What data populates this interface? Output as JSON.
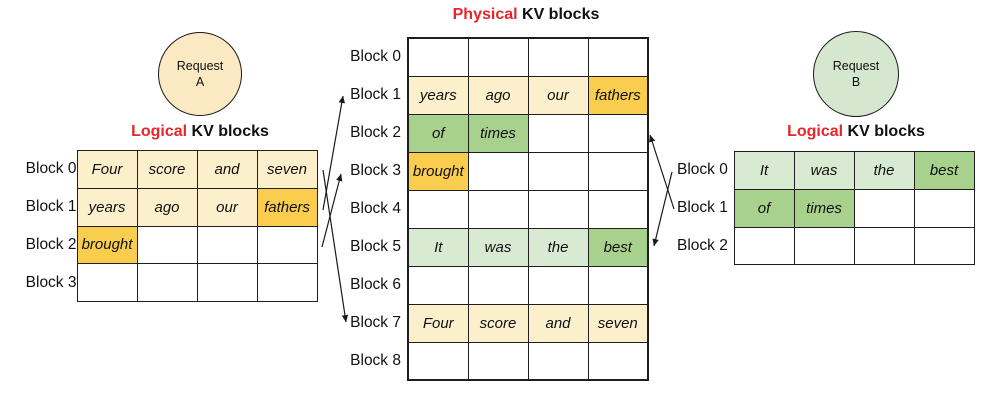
{
  "colors": {
    "cream": "#FCF0CC",
    "gold": "#FACD4E",
    "light_green": "#D9EAD3",
    "green": "#A9D18E",
    "circle_a_fill": "#FBE9C3",
    "circle_b_fill": "#D6E7D0",
    "title_red": "#E5262B",
    "line": "#1A1A1A"
  },
  "request_a": {
    "line1": "Request",
    "line2": "A"
  },
  "request_b": {
    "line1": "Request",
    "line2": "B"
  },
  "logical_a": {
    "title_highlight": "Logical",
    "title_rest": " KV blocks",
    "row_labels": [
      "Block 0",
      "Block 1",
      "Block 2",
      "Block 3"
    ],
    "rows": [
      [
        {
          "text": "Four",
          "fill": "cream"
        },
        {
          "text": "score",
          "fill": "cream"
        },
        {
          "text": "and",
          "fill": "cream"
        },
        {
          "text": "seven",
          "fill": "cream"
        }
      ],
      [
        {
          "text": "years",
          "fill": "cream"
        },
        {
          "text": "ago",
          "fill": "cream"
        },
        {
          "text": "our",
          "fill": "cream"
        },
        {
          "text": "fathers",
          "fill": "gold"
        }
      ],
      [
        {
          "text": "brought",
          "fill": "gold"
        },
        {
          "text": "",
          "fill": "white"
        },
        {
          "text": "",
          "fill": "white"
        },
        {
          "text": "",
          "fill": "white"
        }
      ],
      [
        {
          "text": "",
          "fill": "white"
        },
        {
          "text": "",
          "fill": "white"
        },
        {
          "text": "",
          "fill": "white"
        },
        {
          "text": "",
          "fill": "white"
        }
      ]
    ]
  },
  "physical": {
    "title_highlight": "Physical",
    "title_rest": " KV blocks",
    "row_labels": [
      "Block 0",
      "Block 1",
      "Block 2",
      "Block 3",
      "Block 4",
      "Block 5",
      "Block 6",
      "Block 7",
      "Block 8"
    ],
    "rows": [
      [
        {
          "text": "",
          "fill": "white"
        },
        {
          "text": "",
          "fill": "white"
        },
        {
          "text": "",
          "fill": "white"
        },
        {
          "text": "",
          "fill": "white"
        }
      ],
      [
        {
          "text": "years",
          "fill": "cream"
        },
        {
          "text": "ago",
          "fill": "cream"
        },
        {
          "text": "our",
          "fill": "cream"
        },
        {
          "text": "fathers",
          "fill": "gold"
        }
      ],
      [
        {
          "text": "of",
          "fill": "green"
        },
        {
          "text": "times",
          "fill": "green"
        },
        {
          "text": "",
          "fill": "white"
        },
        {
          "text": "",
          "fill": "white"
        }
      ],
      [
        {
          "text": "brought",
          "fill": "gold"
        },
        {
          "text": "",
          "fill": "white"
        },
        {
          "text": "",
          "fill": "white"
        },
        {
          "text": "",
          "fill": "white"
        }
      ],
      [
        {
          "text": "",
          "fill": "white"
        },
        {
          "text": "",
          "fill": "white"
        },
        {
          "text": "",
          "fill": "white"
        },
        {
          "text": "",
          "fill": "white"
        }
      ],
      [
        {
          "text": "It",
          "fill": "light_green"
        },
        {
          "text": "was",
          "fill": "light_green"
        },
        {
          "text": "the",
          "fill": "light_green"
        },
        {
          "text": "best",
          "fill": "green"
        }
      ],
      [
        {
          "text": "",
          "fill": "white"
        },
        {
          "text": "",
          "fill": "white"
        },
        {
          "text": "",
          "fill": "white"
        },
        {
          "text": "",
          "fill": "white"
        }
      ],
      [
        {
          "text": "Four",
          "fill": "cream"
        },
        {
          "text": "score",
          "fill": "cream"
        },
        {
          "text": "and",
          "fill": "cream"
        },
        {
          "text": "seven",
          "fill": "cream"
        }
      ],
      [
        {
          "text": "",
          "fill": "white"
        },
        {
          "text": "",
          "fill": "white"
        },
        {
          "text": "",
          "fill": "white"
        },
        {
          "text": "",
          "fill": "white"
        }
      ]
    ]
  },
  "logical_b": {
    "title_highlight": "Logical",
    "title_rest": " KV blocks",
    "row_labels": [
      "Block 0",
      "Block 1",
      "Block 2"
    ],
    "rows": [
      [
        {
          "text": "It",
          "fill": "light_green"
        },
        {
          "text": "was",
          "fill": "light_green"
        },
        {
          "text": "the",
          "fill": "light_green"
        },
        {
          "text": "best",
          "fill": "green"
        }
      ],
      [
        {
          "text": "of",
          "fill": "green"
        },
        {
          "text": "times",
          "fill": "green"
        },
        {
          "text": "",
          "fill": "white"
        },
        {
          "text": "",
          "fill": "white"
        }
      ],
      [
        {
          "text": "",
          "fill": "white"
        },
        {
          "text": "",
          "fill": "white"
        },
        {
          "text": "",
          "fill": "white"
        },
        {
          "text": "",
          "fill": "white"
        }
      ]
    ]
  },
  "mappings": [
    {
      "name": "request-a-block0-to-physical-block7",
      "from": "Request A logical Block 0",
      "to": "Physical Block 7"
    },
    {
      "name": "request-a-block1-to-physical-block1",
      "from": "Request A logical Block 1",
      "to": "Physical Block 1"
    },
    {
      "name": "request-a-block2-to-physical-block3",
      "from": "Request A logical Block 2",
      "to": "Physical Block 3"
    },
    {
      "name": "request-b-block0-to-physical-block5",
      "from": "Request B logical Block 0",
      "to": "Physical Block 5"
    },
    {
      "name": "request-b-block1-to-physical-block2",
      "from": "Request B logical Block 1",
      "to": "Physical Block 2"
    }
  ]
}
